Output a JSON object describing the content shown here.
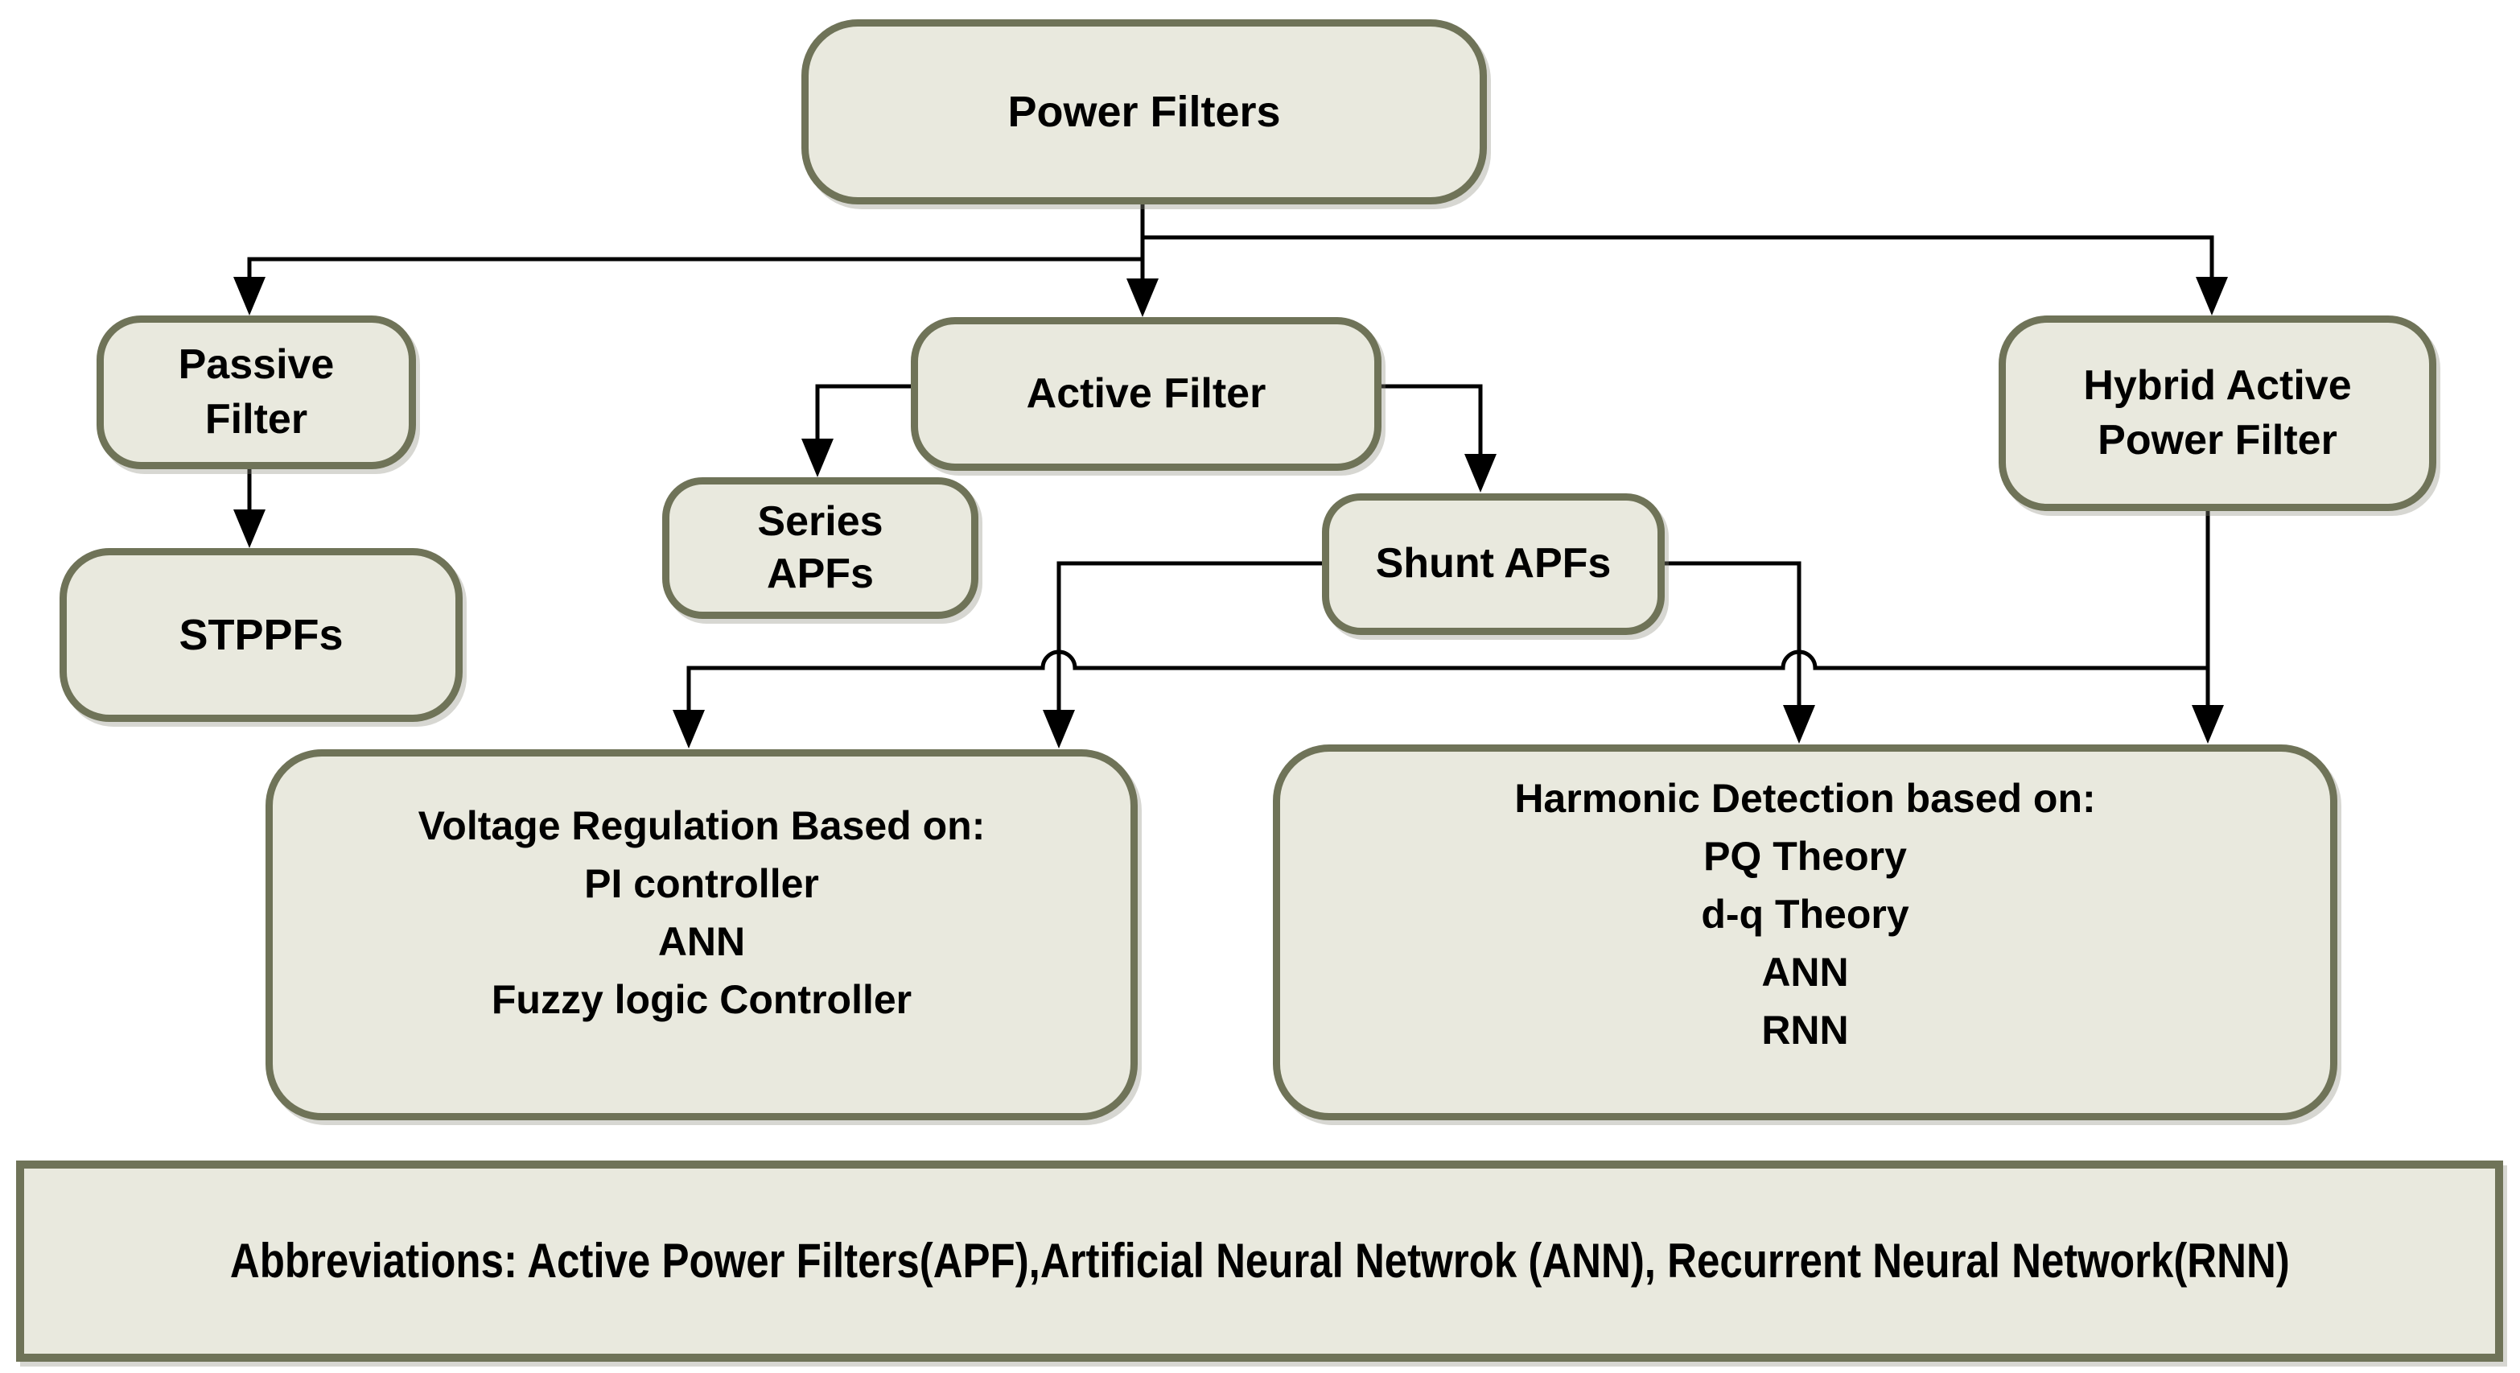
{
  "diagram": {
    "type": "flowchart",
    "nodes": {
      "power_filters": {
        "label": "Power Filters"
      },
      "passive_filter": {
        "lines": [
          "Passive",
          "Filter"
        ]
      },
      "stppfs": {
        "label": "STPPFs"
      },
      "active_filter": {
        "label": "Active Filter"
      },
      "series_apfs": {
        "lines": [
          "Series",
          "APFs"
        ]
      },
      "shunt_apfs": {
        "label": "Shunt APFs"
      },
      "hybrid_apf": {
        "lines": [
          "Hybrid Active",
          "Power Filter"
        ]
      },
      "voltage_regulation": {
        "lines": [
          "Voltage Regulation Based on:",
          "PI controller",
          "ANN",
          "Fuzzy logic Controller"
        ]
      },
      "harmonic_detection": {
        "lines": [
          "Harmonic Detection based on:",
          "PQ Theory",
          "d-q Theory",
          "ANN",
          "RNN"
        ]
      },
      "abbreviations": {
        "label": "Abbreviations: Active Power Filters(APF),Artificial Neural Netwrok (ANN), Recurrent Neural Network(RNN)"
      }
    },
    "edges": [
      {
        "from": "power_filters",
        "to": "passive_filter"
      },
      {
        "from": "power_filters",
        "to": "active_filter"
      },
      {
        "from": "power_filters",
        "to": "hybrid_apf"
      },
      {
        "from": "passive_filter",
        "to": "stppfs"
      },
      {
        "from": "active_filter",
        "to": "series_apfs"
      },
      {
        "from": "active_filter",
        "to": "shunt_apfs"
      },
      {
        "from": "shunt_apfs",
        "to": "voltage_regulation"
      },
      {
        "from": "shunt_apfs",
        "to": "harmonic_detection"
      },
      {
        "from": "hybrid_apf",
        "to": "voltage_regulation"
      },
      {
        "from": "hybrid_apf",
        "to": "harmonic_detection"
      }
    ],
    "colors": {
      "box_fill": "#e9e9de",
      "box_border": "#6f7358",
      "connector": "#000000",
      "text": "#000000",
      "background": "#ffffff"
    }
  }
}
